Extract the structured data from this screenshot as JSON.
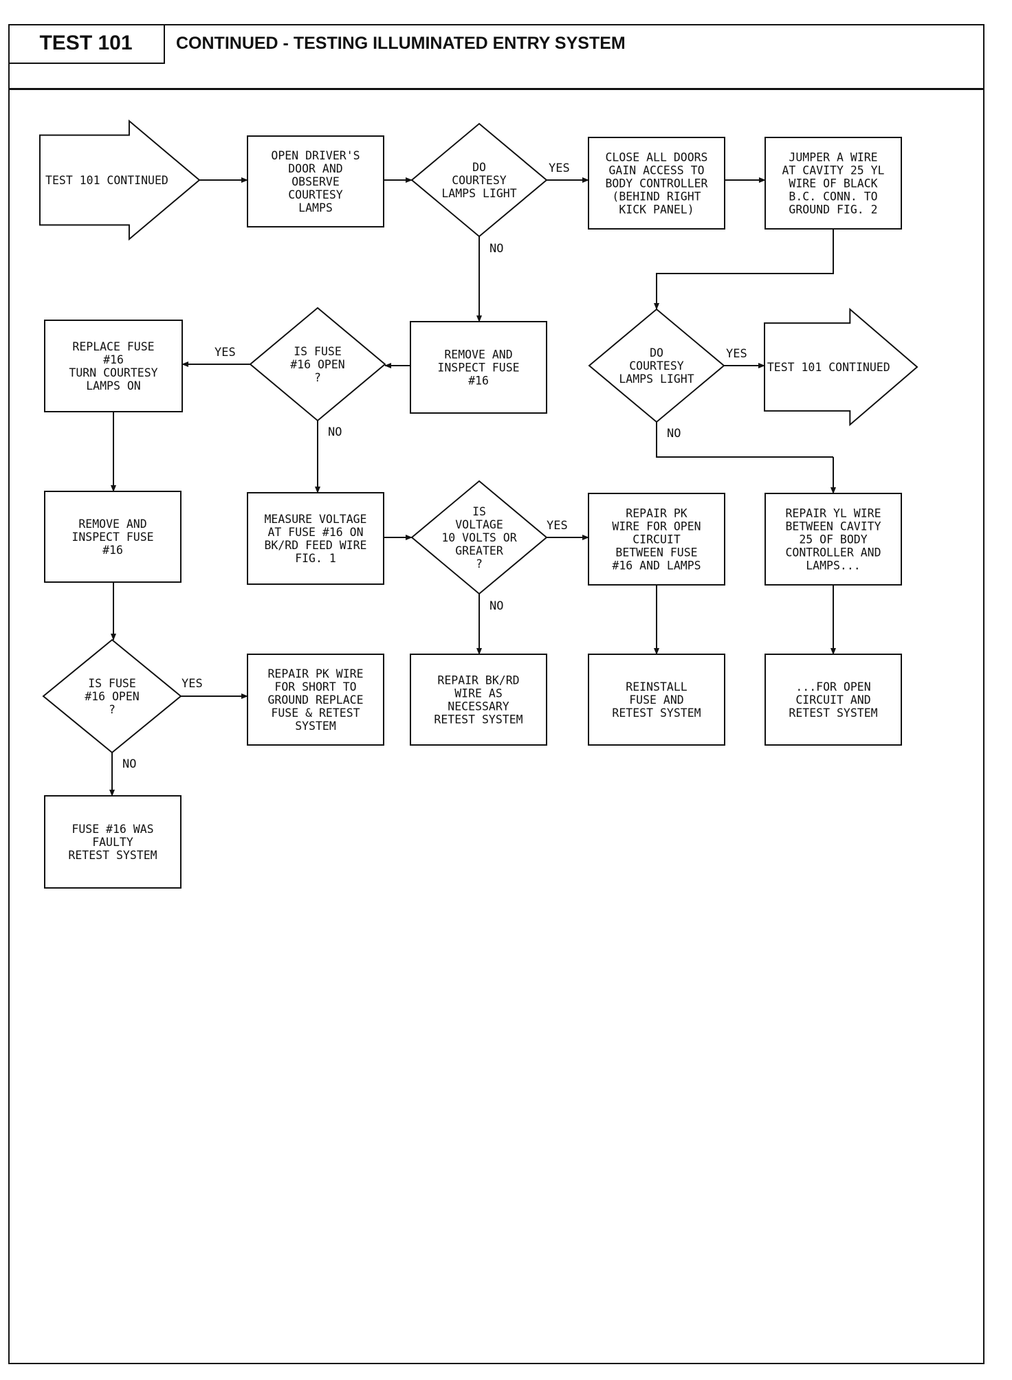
{
  "header": {
    "test_label": "TEST 101",
    "title": "CONTINUED - TESTING ILLUMINATED ENTRY SYSTEM"
  },
  "nodes": {
    "start": {
      "kind": "arrow",
      "lines": [
        "TEST 101 CONTINUED"
      ]
    },
    "open_door": {
      "kind": "process",
      "lines": [
        "OPEN DRIVER'S",
        "DOOR AND",
        "OBSERVE",
        "COURTESY",
        "LAMPS"
      ]
    },
    "do_lamps_1": {
      "kind": "decision",
      "lines": [
        "DO",
        "COURTESY",
        "LAMPS LIGHT"
      ]
    },
    "close_doors": {
      "kind": "process",
      "lines": [
        "CLOSE ALL DOORS",
        "GAIN ACCESS TO",
        "BODY CONTROLLER",
        "(BEHIND RIGHT",
        "KICK PANEL)"
      ]
    },
    "jumper": {
      "kind": "process",
      "lines": [
        "JUMPER A WIRE",
        "AT CAVITY 25 YL",
        "WIRE OF BLACK",
        "B.C. CONN. TO",
        "GROUND FIG. 2"
      ]
    },
    "replace_fuse": {
      "kind": "process",
      "lines": [
        "REPLACE FUSE",
        "#16",
        "TURN COURTESY",
        "LAMPS ON"
      ]
    },
    "is_fuse_1": {
      "kind": "decision",
      "lines": [
        "IS FUSE",
        "#16 OPEN",
        "?"
      ]
    },
    "remove_1": {
      "kind": "process",
      "lines": [
        "REMOVE AND",
        "INSPECT FUSE",
        "#16"
      ]
    },
    "do_lamps_2": {
      "kind": "decision",
      "lines": [
        "DO",
        "COURTESY",
        "LAMPS LIGHT"
      ]
    },
    "end_arrow": {
      "kind": "arrow",
      "lines": [
        "TEST 101 CONTINUED"
      ]
    },
    "remove_2": {
      "kind": "process",
      "lines": [
        "REMOVE AND",
        "INSPECT FUSE",
        "#16"
      ]
    },
    "measure": {
      "kind": "process",
      "lines": [
        "MEASURE VOLTAGE",
        "AT FUSE #16 ON",
        "BK/RD FEED WIRE",
        "FIG. 1"
      ]
    },
    "is_voltage": {
      "kind": "decision",
      "lines": [
        "IS",
        "VOLTAGE",
        "10 VOLTS OR",
        "GREATER",
        "?"
      ]
    },
    "repair_pk_open": {
      "kind": "process",
      "lines": [
        "REPAIR PK",
        "WIRE FOR OPEN",
        "CIRCUIT",
        "BETWEEN FUSE",
        "#16 AND LAMPS"
      ]
    },
    "repair_yl": {
      "kind": "process",
      "lines": [
        "REPAIR YL WIRE",
        "BETWEEN CAVITY",
        "25 OF BODY",
        "CONTROLLER AND",
        "LAMPS..."
      ]
    },
    "is_fuse_2": {
      "kind": "decision",
      "lines": [
        "IS FUSE",
        "#16 OPEN",
        "?"
      ]
    },
    "repair_pk_short": {
      "kind": "process",
      "lines": [
        "REPAIR PK WIRE",
        "FOR SHORT TO",
        "GROUND REPLACE",
        "FUSE & RETEST",
        "SYSTEM"
      ]
    },
    "repair_bkrd": {
      "kind": "process",
      "lines": [
        "REPAIR BK/RD",
        "WIRE AS",
        "NECESSARY",
        "RETEST SYSTEM"
      ]
    },
    "reinstall": {
      "kind": "process",
      "lines": [
        "REINSTALL",
        "FUSE AND",
        "RETEST SYSTEM"
      ]
    },
    "for_open": {
      "kind": "process",
      "lines": [
        "...FOR OPEN",
        "CIRCUIT AND",
        "RETEST SYSTEM"
      ]
    },
    "fuse_faulty": {
      "kind": "process",
      "lines": [
        "FUSE #16 WAS",
        "FAULTY",
        "RETEST SYSTEM"
      ]
    }
  },
  "edge_labels": {
    "yes": "YES",
    "no": "NO"
  }
}
